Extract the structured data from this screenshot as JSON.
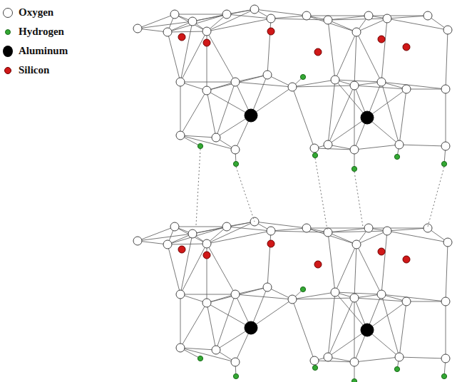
{
  "diagram": {
    "legend": [
      {
        "text": "Oxygen",
        "color": "#ffffff"
      },
      {
        "text": "Hydrogen",
        "color": "#33a833"
      },
      {
        "text": "Aluminum",
        "color": "#000000"
      },
      {
        "text": "Silicon",
        "color": "#d01818"
      }
    ]
  }
}
